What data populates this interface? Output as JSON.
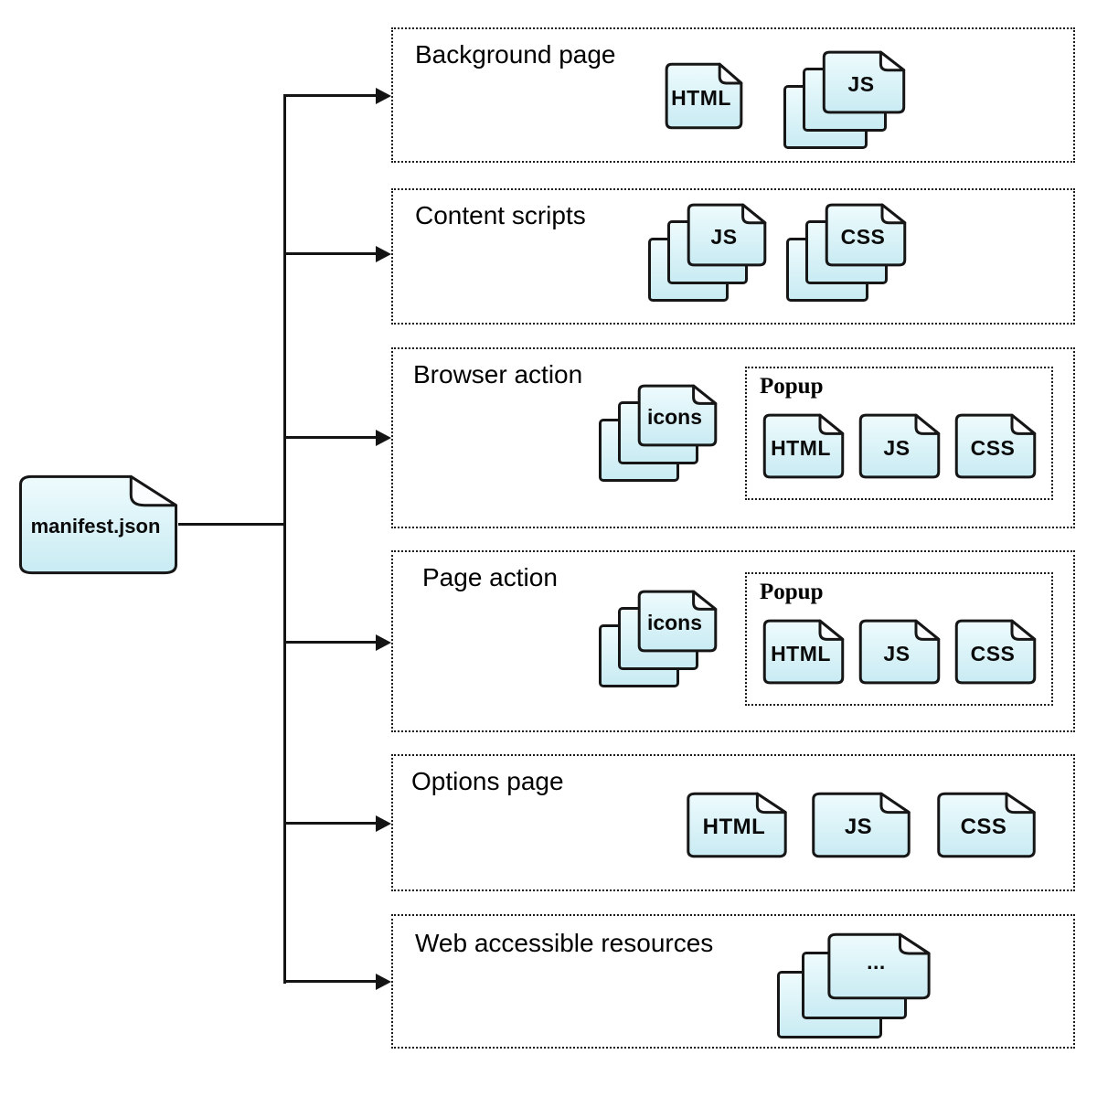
{
  "root_file": {
    "label": "manifest.json"
  },
  "sections": [
    {
      "title": "Background page",
      "files": [
        {
          "label": "HTML",
          "kind": "single"
        },
        {
          "label": "JS",
          "kind": "stack"
        }
      ]
    },
    {
      "title": "Content scripts",
      "files": [
        {
          "label": "JS",
          "kind": "stack"
        },
        {
          "label": "CSS",
          "kind": "stack"
        }
      ]
    },
    {
      "title": "Browser action",
      "files": [
        {
          "label": "icons",
          "kind": "stack"
        }
      ],
      "popup": {
        "title": "Popup",
        "files": [
          {
            "label": "HTML"
          },
          {
            "label": "JS"
          },
          {
            "label": "CSS"
          }
        ]
      }
    },
    {
      "title": "Page action",
      "files": [
        {
          "label": "icons",
          "kind": "stack"
        }
      ],
      "popup": {
        "title": "Popup",
        "files": [
          {
            "label": "HTML"
          },
          {
            "label": "JS"
          },
          {
            "label": "CSS"
          }
        ]
      }
    },
    {
      "title": "Options page",
      "files": [
        {
          "label": "HTML"
        },
        {
          "label": "JS"
        },
        {
          "label": "CSS"
        }
      ]
    },
    {
      "title": "Web accessible resources",
      "files": [
        {
          "label": "...",
          "kind": "stack"
        }
      ]
    }
  ],
  "colors": {
    "line": "#141414",
    "doc_stroke": "#161616",
    "doc_fill_top": "#eefbfd",
    "doc_fill_bottom": "#c9ebf3"
  }
}
